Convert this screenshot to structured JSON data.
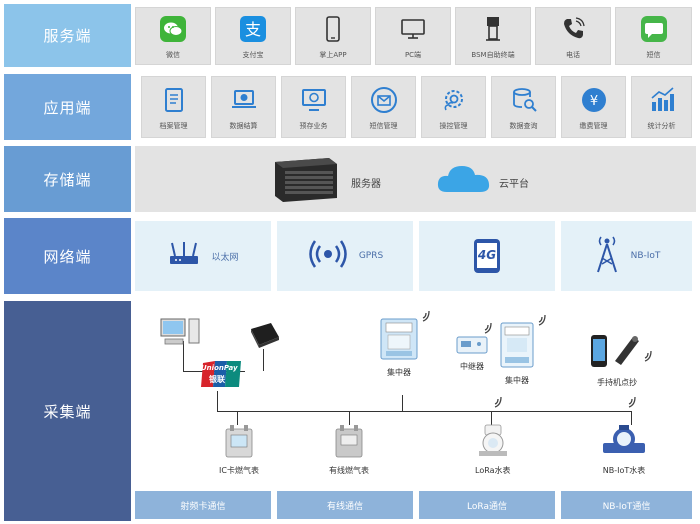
{
  "layers": {
    "service": {
      "label": "服务端",
      "items": [
        {
          "label": "微信",
          "icon": "wechat-icon"
        },
        {
          "label": "支付宝",
          "icon": "alipay-icon"
        },
        {
          "label": "掌上APP",
          "icon": "mobile-phone-icon"
        },
        {
          "label": "PC端",
          "icon": "monitor-icon"
        },
        {
          "label": "BSM自助终端",
          "icon": "kiosk-icon"
        },
        {
          "label": "电话",
          "icon": "telephone-icon"
        },
        {
          "label": "短信",
          "icon": "sms-icon"
        }
      ]
    },
    "application": {
      "label": "应用端",
      "items": [
        {
          "label": "档案管理",
          "icon": "archive-book-icon"
        },
        {
          "label": "数据结算",
          "icon": "laptop-chart-icon"
        },
        {
          "label": "预存业务",
          "icon": "monitor-coin-icon"
        },
        {
          "label": "短信管理",
          "icon": "envelope-icon"
        },
        {
          "label": "操控管理",
          "icon": "gear-cloud-icon"
        },
        {
          "label": "数据查询",
          "icon": "database-search-icon"
        },
        {
          "label": "缴费管理",
          "icon": "yen-coin-icon"
        },
        {
          "label": "统计分析",
          "icon": "bar-chart-icon"
        }
      ]
    },
    "storage": {
      "label": "存储端",
      "items": [
        {
          "label": "服务器",
          "icon": "server-rack-icon"
        },
        {
          "label": "云平台",
          "icon": "cloud-icon"
        }
      ]
    },
    "network": {
      "label": "网络端",
      "items": [
        {
          "label": "以太网",
          "icon": "router-icon"
        },
        {
          "label": "GPRS",
          "icon": "gprs-signal-icon"
        },
        {
          "label": "4G",
          "icon": "4g-phone-icon"
        },
        {
          "label": "NB-IoT",
          "icon": "antenna-tower-icon"
        }
      ],
      "four_g_badge": "4G"
    },
    "collection": {
      "label": "采集端",
      "unionpay_text": "UnionPay",
      "unionpay_sub": "银联",
      "devices": {
        "concentrator1": "集中器",
        "repeater": "中继器",
        "concentrator2": "集中器",
        "handheld": "手持机点抄",
        "ic_gas": "IC卡燃气表",
        "wired_gas": "有线燃气表",
        "lora_water": "LoRa水表",
        "nbiot_water": "NB-IoT水表"
      },
      "tabs": [
        "射频卡通信",
        "有线通信",
        "LoRa通信",
        "NB-IoT通信"
      ]
    }
  },
  "colors": {
    "service_band": "#8cc4ea",
    "application_band": "#73a7dc",
    "storage_band": "#689cd3",
    "network_band": "#5b85c9",
    "collection_band": "#475f93",
    "tile_bg": "#e3e3e3",
    "net_tile_bg": "#e4f1f8",
    "footer_tab": "#8eb3da",
    "icon_blue": "#2f7fd0"
  }
}
